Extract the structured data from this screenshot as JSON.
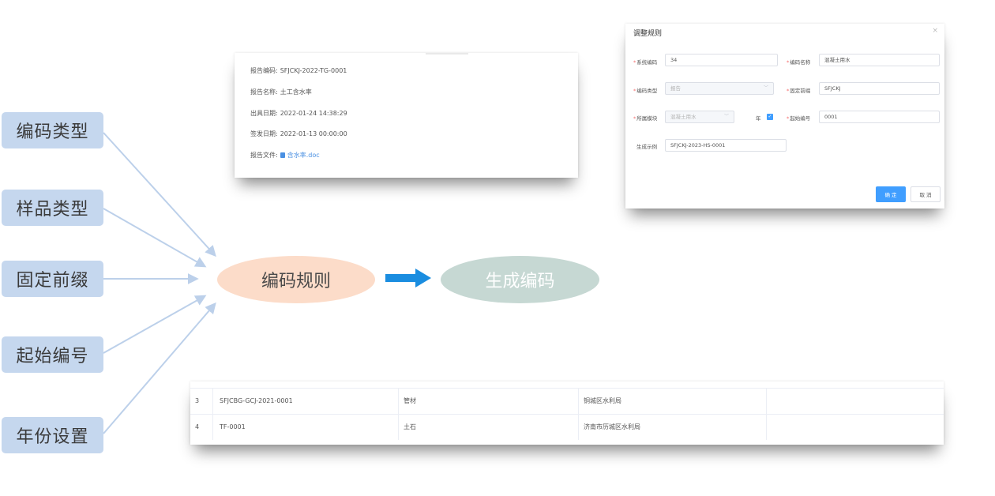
{
  "factors": [
    "编码类型",
    "样品类型",
    "固定前缀",
    "起始编号",
    "年份设置"
  ],
  "flow": {
    "rule": "编码规则",
    "result": "生成编码"
  },
  "colors": {
    "factor_bg": "#c5d7ee",
    "rule_bg": "#fcdcc9",
    "result_bg": "#c6d8d3",
    "arrow": "#1a8de0",
    "connector": "#bcd0ea",
    "primary": "#409eff"
  },
  "report": {
    "rows": [
      {
        "label": "报告编码:",
        "value": "SFJCKJ-2022-TG-0001"
      },
      {
        "label": "报告名称:",
        "value": "土工含水率"
      },
      {
        "label": "出具日期:",
        "value": "2022-01-24 14:38:29"
      },
      {
        "label": "签发日期:",
        "value": "2022-01-13 00:00:00"
      }
    ],
    "file": {
      "label": "报告文件:",
      "icon": "doc-icon",
      "value": "含水率.doc"
    }
  },
  "dialog": {
    "title": "调整规则",
    "close": "×",
    "fields": {
      "system_code": {
        "label": "系统编码",
        "value": "34"
      },
      "code_name": {
        "label": "编码名称",
        "value": "混凝土用水"
      },
      "code_type": {
        "label": "编码类型",
        "value": "报告"
      },
      "fixed_prefix": {
        "label": "固定前缀",
        "value": "SFJCKJ"
      },
      "module": {
        "label": "所属模块",
        "value": "混凝土用水"
      },
      "year": {
        "label": "年",
        "checked": true
      },
      "start_no": {
        "label": "起始编号",
        "value": "0001"
      },
      "example": {
        "label": "生成示例",
        "value": "SFJCKJ-2023-HS-0001"
      }
    },
    "ok": "确 定",
    "cancel": "取 消"
  },
  "table": {
    "rows": [
      {
        "no": "3",
        "code": "SFJCBG-GCJ-2021-0001",
        "type": "管材",
        "org": "铜城区水利局",
        "extra": ""
      },
      {
        "no": "4",
        "code": "TF-0001",
        "type": "土石",
        "org": "济南市历城区水利局",
        "extra": ""
      }
    ]
  }
}
